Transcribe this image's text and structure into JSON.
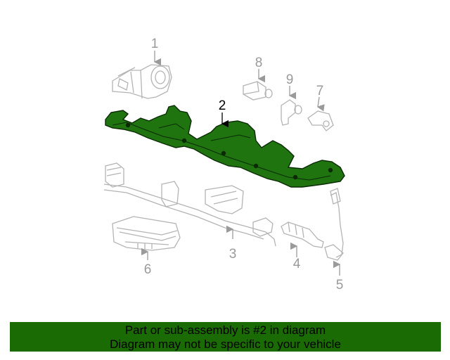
{
  "diagram": {
    "callouts": [
      {
        "number": "1",
        "highlighted": false
      },
      {
        "number": "2",
        "highlighted": true
      },
      {
        "number": "3",
        "highlighted": false
      },
      {
        "number": "4",
        "highlighted": false
      },
      {
        "number": "5",
        "highlighted": false
      },
      {
        "number": "6",
        "highlighted": false
      },
      {
        "number": "7",
        "highlighted": false
      },
      {
        "number": "8",
        "highlighted": false
      },
      {
        "number": "9",
        "highlighted": false
      }
    ],
    "highlight_color": "#1f7410",
    "line_color": "#b4b4b4"
  },
  "banner": {
    "line1": "Part or sub-assembly is #2 in diagram",
    "line2": "Diagram may not be specific to your vehicle",
    "background": "#1a6b04"
  }
}
